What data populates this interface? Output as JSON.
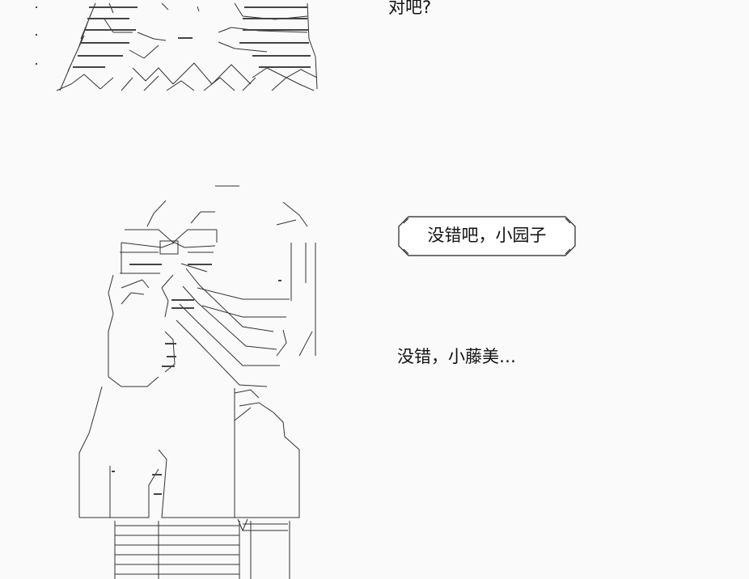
{
  "dialogue": {
    "line1": "对吧?",
    "bubble": "没错吧，小园子",
    "line3": "没错，小藤美…"
  },
  "colors": {
    "background": "#fafafa",
    "text": "#111111",
    "line_art": "#333333"
  },
  "icons": {
    "ascii_art_top": "ascii-character-art",
    "ascii_art_figure": "ascii-character-art"
  }
}
